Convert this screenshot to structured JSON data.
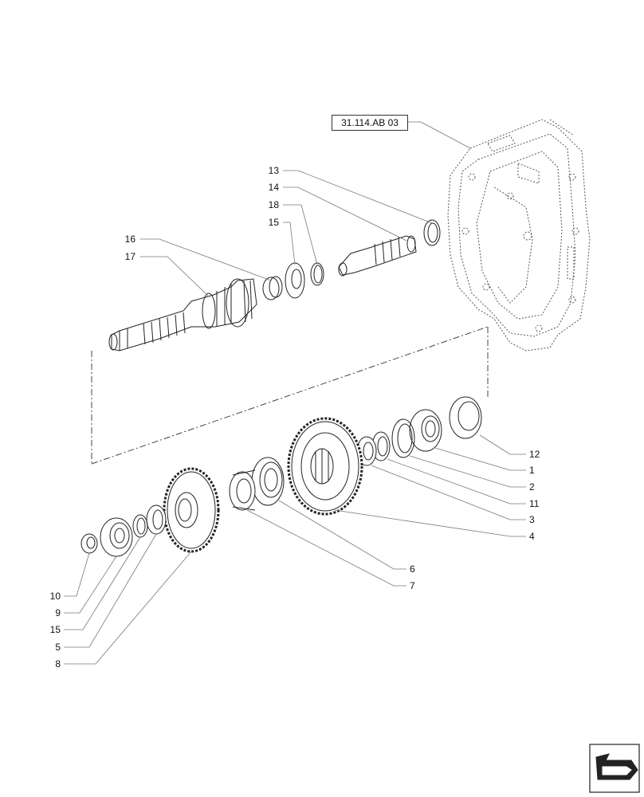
{
  "reference": "31.114.AB 03",
  "callouts": {
    "c13": "13",
    "c14": "14",
    "c18": "18",
    "c15a": "15",
    "c16": "16",
    "c17": "17",
    "c12": "12",
    "c1": "1",
    "c2": "2",
    "c11": "11",
    "c3": "3",
    "c4": "4",
    "c6": "6",
    "c7": "7",
    "c10": "10",
    "c9": "9",
    "c15b": "15",
    "c5": "5",
    "c8": "8"
  },
  "icons": {
    "nav": "next-page-arrow-icon"
  }
}
